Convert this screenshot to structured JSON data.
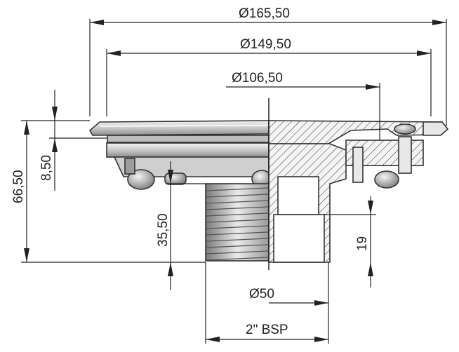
{
  "dimensions": {
    "outer_diameter": "Ø165,50",
    "middle_diameter": "Ø149,50",
    "inner_diameter": "Ø106,50",
    "bore_diameter": "Ø50",
    "thread_label": "2\" BSP",
    "overall_height": "66,50",
    "flange_height": "8,50",
    "thread_length": "35,50",
    "bore_depth": "19"
  },
  "colors": {
    "line": "#222222",
    "metal_light": "#d8d8d8",
    "metal_mid": "#b8b8b8",
    "metal_dark": "#8c8c8c",
    "section_fill": "#f2f2f2"
  }
}
